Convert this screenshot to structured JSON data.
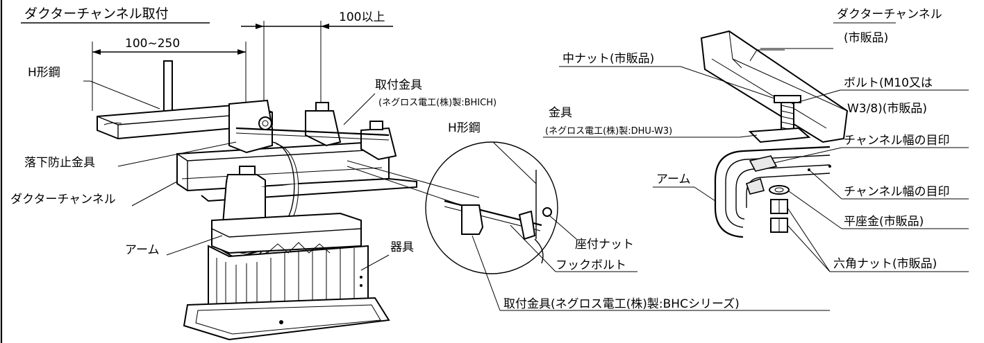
{
  "title": "ダクターチャンネル取付",
  "dimensions": {
    "range": "100~250",
    "min_clearance": "100以上"
  },
  "left_labels": {
    "h_beam": "H形鋼",
    "bracket": "取付金具",
    "bracket_maker": "(ネグロス電工(株)製:BHICH)",
    "fall_stop": "落下防止金具",
    "ductor_channel": "ダクターチャンネル",
    "arm": "アーム",
    "fixture": "器具"
  },
  "detail_labels": {
    "h_beam": "H形鋼",
    "seat_nut": "座付ナット",
    "hook_bolt": "フックボルト",
    "bracket_series": "取付金具(ネグロス電工(株)製:BHCシリーズ)"
  },
  "right_labels": {
    "ductor_channel": "ダクターチャンネル",
    "ductor_channel_note": "(市販品)",
    "center_nut": "中ナット(市販品)",
    "bolt_line1": "ボルト(M10又は",
    "bolt_line2": "W3/8)(市販品)",
    "fitting": "金具",
    "fitting_maker": "(ネグロス電工(株)製:DHU-W3)",
    "channel_mark_top": "チャンネル幅の目印",
    "arm": "アーム",
    "channel_mark": "チャンネル幅の目印",
    "flat_washer": "平座金(市販品)",
    "hex_nut": "六角ナット(市販品)"
  }
}
